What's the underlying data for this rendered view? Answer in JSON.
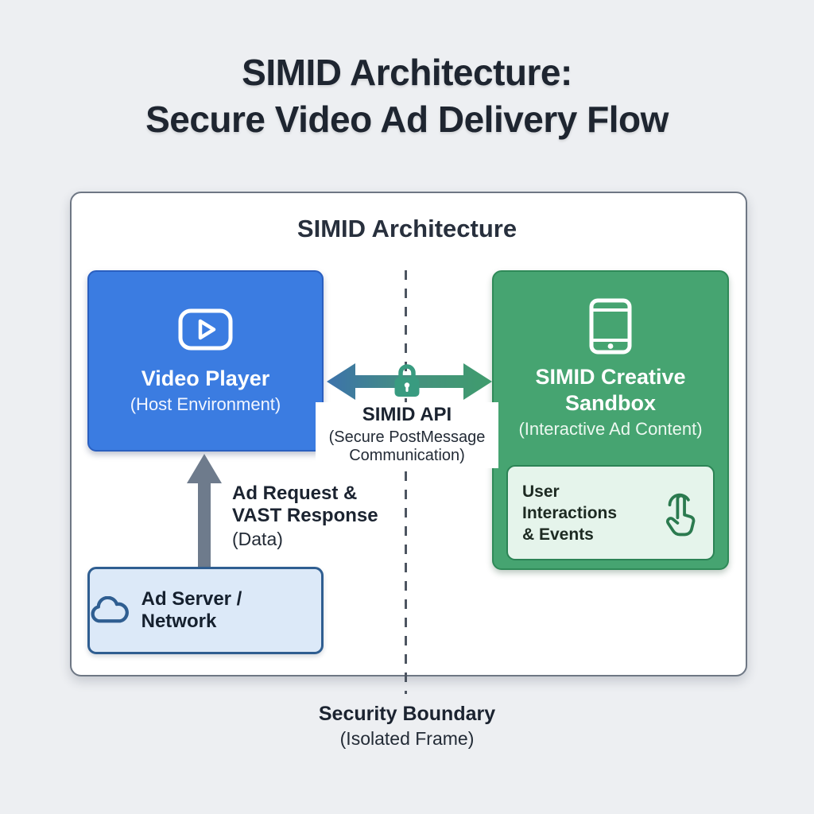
{
  "page": {
    "title": [
      "SIMID Architecture:",
      "Secure Video Ad Delivery Flow"
    ]
  },
  "diagram": {
    "container_title": "SIMID Architecture",
    "video_player": {
      "icon": "play-icon",
      "title": "Video Player",
      "subtitle": "(Host Environment)"
    },
    "sandbox": {
      "icon": "tablet-icon",
      "title": [
        "SIMID Creative",
        "Sandbox"
      ],
      "subtitle": "(Interactive Ad Content)"
    },
    "user_interactions": {
      "icon": "tap-icon",
      "label": [
        "User Interactions",
        "& Events"
      ]
    },
    "simid_api": {
      "icon": "lock-icon",
      "title": "SIMID API",
      "subtitle": "(Secure PostMessage Communication)"
    },
    "ad_flow": {
      "label": [
        "Ad Request &",
        "VAST Response"
      ],
      "note": "(Data)"
    },
    "ad_server": {
      "icon": "cloud-icon",
      "label": "Ad Server / Network"
    },
    "security_boundary": {
      "title": "Security Boundary",
      "subtitle": "(Isolated Frame)"
    },
    "colors": {
      "player_blue": "#3b7ce1",
      "sandbox_green": "#46a471",
      "sandbox_inner_fill": "#e5f4eb",
      "sandbox_inner_border": "#2c8355",
      "server_fill": "#dce9f8",
      "server_border": "#2f5e91",
      "lock_teal": "#399b80",
      "api_arrow_blue": "#3c72ab",
      "api_arrow_green": "#3f9c6d",
      "data_arrow_gray": "#6e7b8c",
      "boundary_dash_gray": "#4d5561"
    }
  }
}
